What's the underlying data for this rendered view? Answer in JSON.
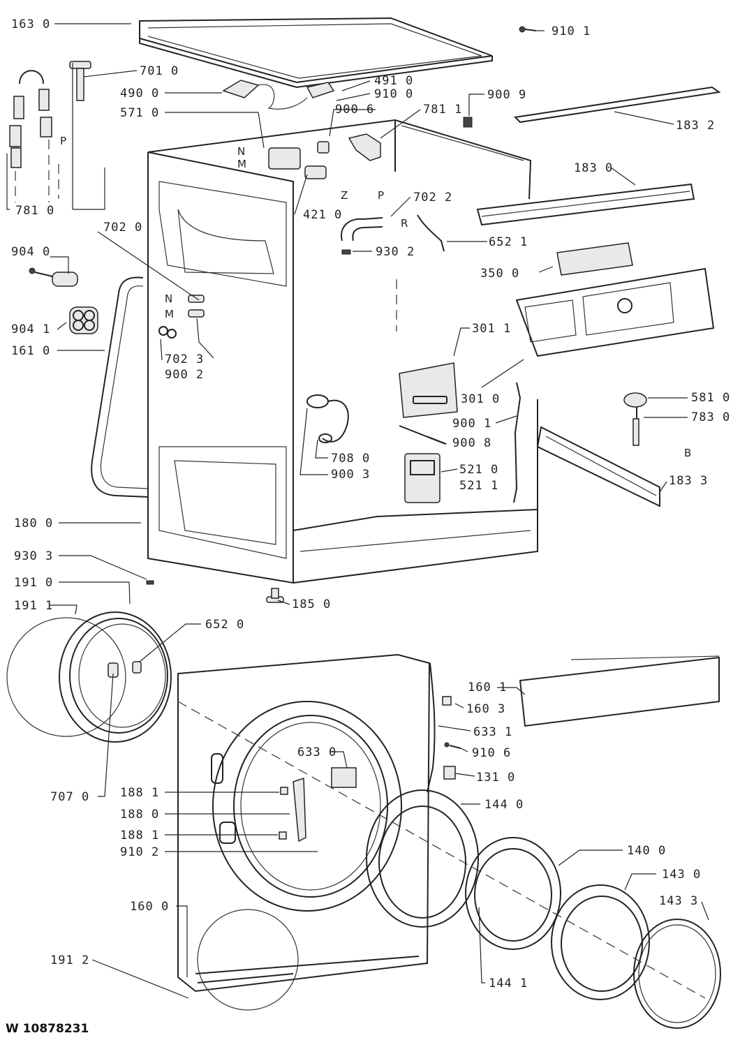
{
  "document_id": "W 10878231",
  "part_labels": {
    "l163_0": "163 0",
    "l910_1": "910 1",
    "l701_0": "701 0",
    "l490_0": "490 0",
    "l491_0": "491 0",
    "l910_0": "910 0",
    "l571_0": "571 0",
    "l900_6": "900 6",
    "l781_1": "781 1",
    "l900_9": "900 9",
    "l183_2": "183 2",
    "l183_0": "183 0",
    "l781_0": "781 0",
    "l702_0": "702 0",
    "l421_0": "421 0",
    "l702_2": "702 2",
    "l652_1": "652 1",
    "l930_2": "930 2",
    "l904_0": "904 0",
    "l350_0": "350 0",
    "l904_1": "904 1",
    "l301_1": "301 1",
    "l161_0": "161 0",
    "l702_3": "702 3",
    "l900_2": "900 2",
    "l301_0": "301 0",
    "l581_0": "581 0",
    "l783_0": "783 0",
    "l900_1": "900 1",
    "l900_8": "900 8",
    "l708_0": "708 0",
    "l521_0": "521 0",
    "l521_1": "521 1",
    "l900_3": "900 3",
    "l183_3": "183 3",
    "l180_0": "180 0",
    "l930_3": "930 3",
    "l191_0": "191 0",
    "l191_1": "191 1",
    "l185_0": "185 0",
    "l652_0": "652 0",
    "l160_1": "160 1",
    "l160_3": "160 3",
    "l633_1": "633 1",
    "l633_0": "633 0",
    "l910_6": "910 6",
    "l131_0": "131 0",
    "l707_0": "707 0",
    "l188_1a": "188 1",
    "l188_0": "188 0",
    "l188_1b": "188 1",
    "l910_2": "910 2",
    "l144_0": "144 0",
    "l140_0": "140 0",
    "l143_0": "143 0",
    "l143_3": "143 3",
    "l160_0": "160 0",
    "l191_2": "191 2",
    "l144_1": "144 1"
  },
  "connector_letters": {
    "p_left": "P",
    "n_upper": "N",
    "m_upper": "M",
    "z": "Z",
    "p_hose": "P",
    "r": "R",
    "n_lower": "N",
    "m_lower": "M",
    "b": "B"
  }
}
